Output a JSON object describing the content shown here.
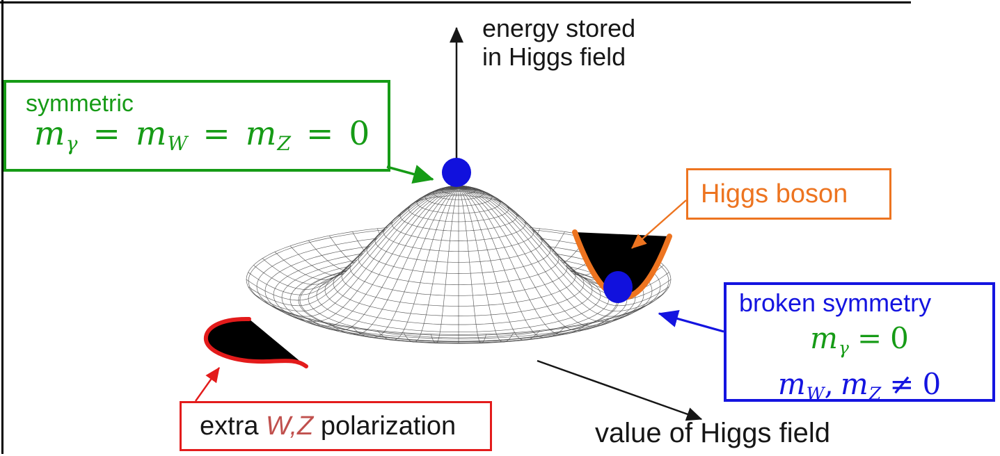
{
  "colors": {
    "green": "#169B16",
    "orange": "#ED7420",
    "blue": "#1414E0",
    "red": "#E31B1B",
    "wz_red": "#C0504D",
    "ink": "#161616",
    "ball_blue": "#1111DD",
    "mesh_gray": "#4A4A4A"
  },
  "axes": {
    "energy_line1": "energy stored",
    "energy_line2": "in Higgs field",
    "value_label": "value of Higgs field"
  },
  "green_box": {
    "title": "symmetric",
    "eq": {
      "m1": "m",
      "s1": "γ",
      "e1": "=",
      "m2": "m",
      "s2": "W",
      "e2": "=",
      "m3": "m",
      "s3": "Z",
      "e3": "=",
      "zero": "0"
    }
  },
  "orange_box": {
    "label": "Higgs boson"
  },
  "blue_box": {
    "title": "broken symmetry",
    "eq1": {
      "m1": "m",
      "s1": "γ",
      "e1": "=",
      "zero": "0"
    },
    "eq2": {
      "m1": "m",
      "s1": "W",
      "comma": ",",
      "m2": "m",
      "s2": "Z",
      "neq": "≠",
      "zero": "0"
    }
  },
  "red_box": {
    "pre": "extra ",
    "wz": "W,Z",
    "post": " polarization"
  }
}
